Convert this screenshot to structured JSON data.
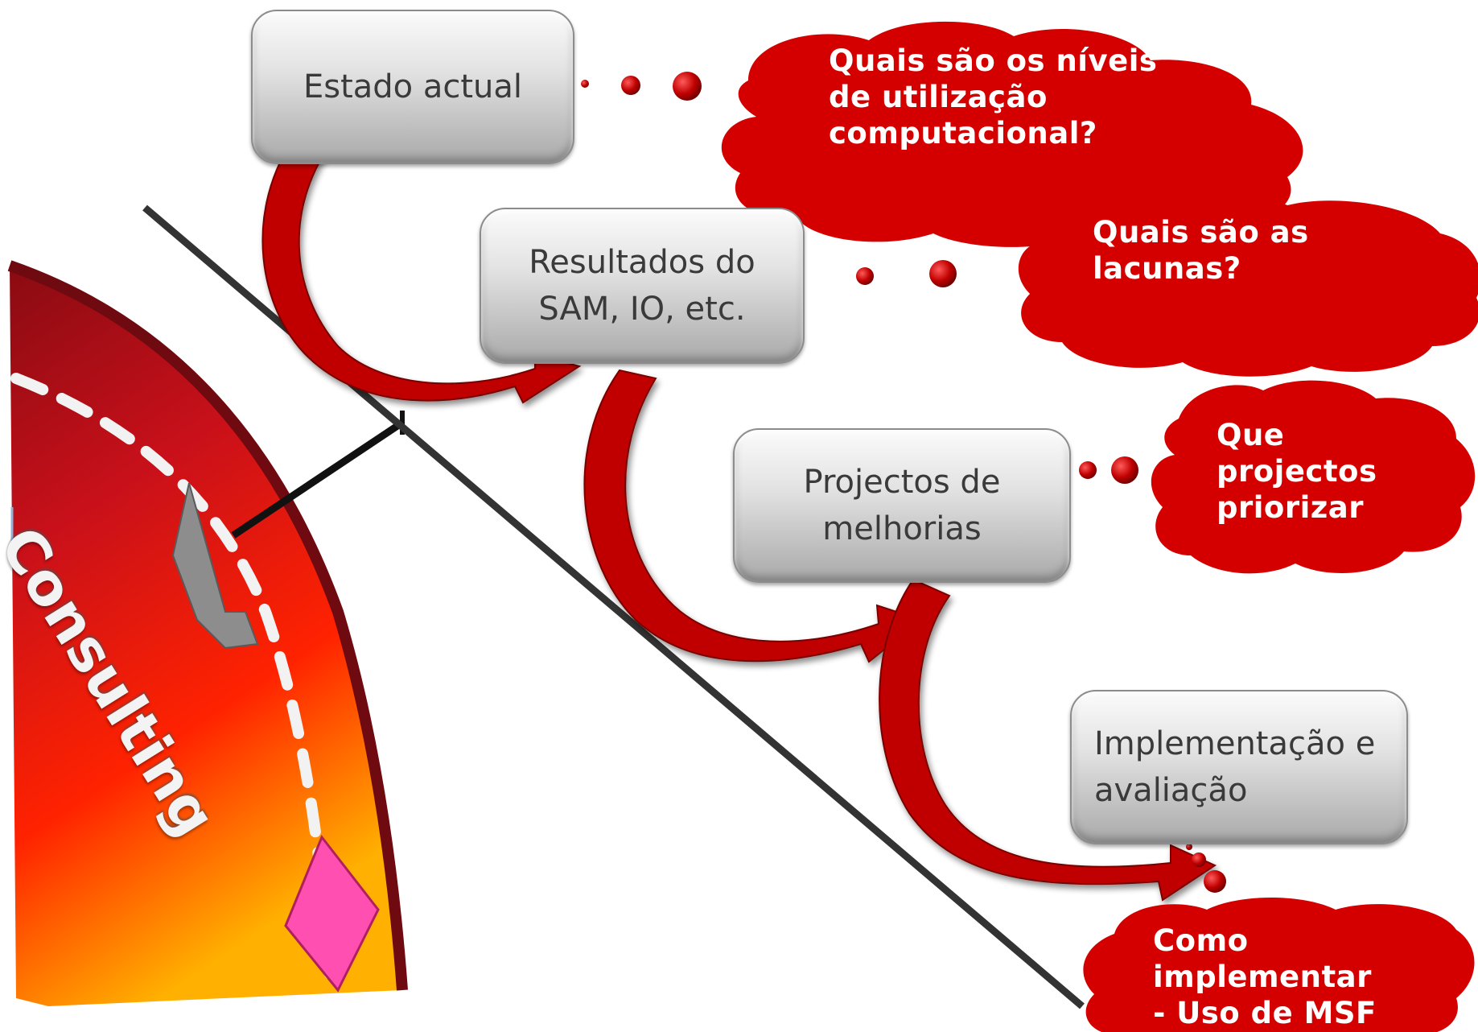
{
  "wheel": {
    "label": "Consulting"
  },
  "steps": [
    {
      "label": "Estado actual"
    },
    {
      "label": "Resultados do\nSAM, IO, etc."
    },
    {
      "label": "Projectos de\nmelhorias"
    },
    {
      "label": "Implementação e\navaliação"
    }
  ],
  "questions": [
    {
      "text": "Quais são os níveis\nde utilização\ncomputacional?"
    },
    {
      "text": "Quais são as\nlacunas?"
    },
    {
      "text": "Que\nprojectos\npriorizar"
    },
    {
      "text": "Como\nimplementar\n- Uso de MSF"
    }
  ],
  "colors": {
    "cloud": "#d40000",
    "arrow": "#c00000",
    "box_text": "#3a3a3a"
  }
}
